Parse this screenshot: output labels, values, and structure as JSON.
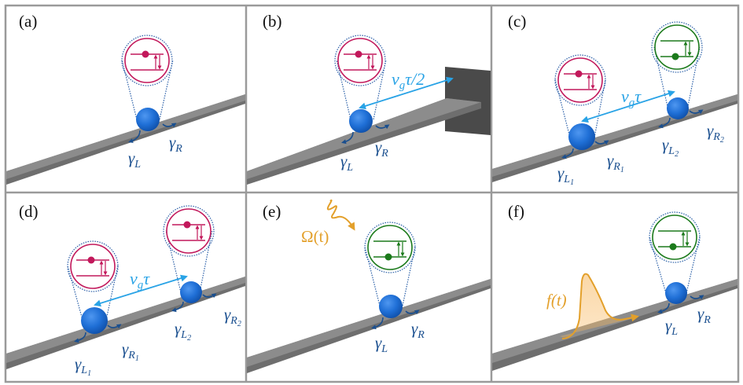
{
  "figure": {
    "colors": {
      "panel_border": "#9a9a9a",
      "waveguide_top": "#8c8c8c",
      "waveguide_side": "#6e6e6e",
      "atom": "#1f6fd6",
      "excited_atom": "#c2185b",
      "ground_atom": "#1b7a1b",
      "magnifier_dots": "#2a5fa8",
      "decay_arrow": "#1a4f8f",
      "distance_arrow": "#29a3e6",
      "drive": "#e3a02b",
      "mirror": "#4a4a4a"
    },
    "panels": [
      {
        "label": "(a)",
        "atoms": [
          {
            "state": "excited",
            "gamma_L": "γ",
            "gamma_L_sub": "L",
            "gamma_R": "γ",
            "gamma_R_sub": "R"
          }
        ]
      },
      {
        "label": "(b)",
        "atoms": [
          {
            "state": "excited",
            "gamma_L": "γ",
            "gamma_L_sub": "L",
            "gamma_R": "γ",
            "gamma_R_sub": "R"
          }
        ],
        "distance": {
          "v": "v",
          "v_sub": "g",
          "rest": "τ/2"
        },
        "mirror": "mirror-icon"
      },
      {
        "label": "(c)",
        "atoms": [
          {
            "state": "excited",
            "gamma_L": "γ",
            "gamma_L_sub": "L",
            "gamma_L_subsub": "1",
            "gamma_R": "γ",
            "gamma_R_sub": "R",
            "gamma_R_subsub": "1"
          },
          {
            "state": "ground",
            "gamma_L": "γ",
            "gamma_L_sub": "L",
            "gamma_L_subsub": "2",
            "gamma_R": "γ",
            "gamma_R_sub": "R",
            "gamma_R_subsub": "2"
          }
        ],
        "distance": {
          "v": "v",
          "v_sub": "g",
          "rest": "τ"
        }
      },
      {
        "label": "(d)",
        "atoms": [
          {
            "state": "excited",
            "gamma_L": "γ",
            "gamma_L_sub": "L",
            "gamma_L_subsub": "1",
            "gamma_R": "γ",
            "gamma_R_sub": "R",
            "gamma_R_subsub": "1"
          },
          {
            "state": "excited",
            "gamma_L": "γ",
            "gamma_L_sub": "L",
            "gamma_L_subsub": "2",
            "gamma_R": "γ",
            "gamma_R_sub": "R",
            "gamma_R_subsub": "2"
          }
        ],
        "distance": {
          "v": "v",
          "v_sub": "g",
          "rest": "τ"
        }
      },
      {
        "label": "(e)",
        "atoms": [
          {
            "state": "ground",
            "gamma_L": "γ",
            "gamma_L_sub": "L",
            "gamma_R": "γ",
            "gamma_R_sub": "R"
          }
        ],
        "drive_label": "Ω(t)"
      },
      {
        "label": "(f)",
        "atoms": [
          {
            "state": "ground",
            "gamma_L": "γ",
            "gamma_L_sub": "L",
            "gamma_R": "γ",
            "gamma_R_sub": "R"
          }
        ],
        "pulse_label": "f(t)"
      }
    ]
  }
}
